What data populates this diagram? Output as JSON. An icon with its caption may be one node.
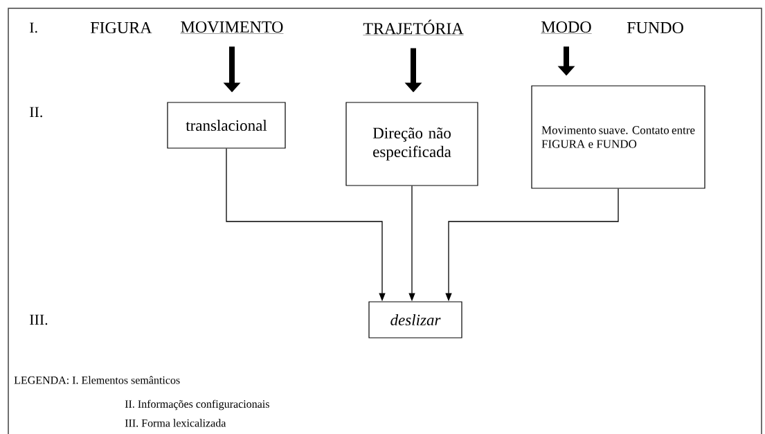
{
  "diagram": {
    "nodes": [
      {
        "text": [
          "MOVIMENTO"
        ]
      },
      {
        "text": [
          "TRAJETÓRIA"
        ]
      },
      {
        "text": [
          "MODO"
        ]
      },
      {
        "text": [
          "translacional"
        ]
      },
      {
        "text": [
          "Direção não especificada"
        ]
      },
      {
        "text": [
          "Movimento suave. Contato entre FIGURA e FUNDO"
        ]
      },
      {
        "text": [
          "deslizar"
        ]
      }
    ],
    "edges": [
      {
        "from": 0,
        "to": 3,
        "arrow": "to",
        "style": "thick"
      },
      {
        "from": 1,
        "to": 4,
        "arrow": "to",
        "style": "thick"
      },
      {
        "from": 2,
        "to": 5,
        "arrow": "to",
        "style": "thick"
      },
      {
        "from": 3,
        "to": 6,
        "arrow": "to"
      },
      {
        "from": 4,
        "to": 6,
        "arrow": "to"
      },
      {
        "from": 5,
        "to": 6,
        "arrow": "to"
      }
    ],
    "labels": [
      "I.",
      "FIGURA",
      "FUNDO",
      "II.",
      "III.",
      "LEGENDA: I. Elementos semânticos",
      "II. Informações configuracionais",
      "III. Forma lexicalizada"
    ]
  }
}
